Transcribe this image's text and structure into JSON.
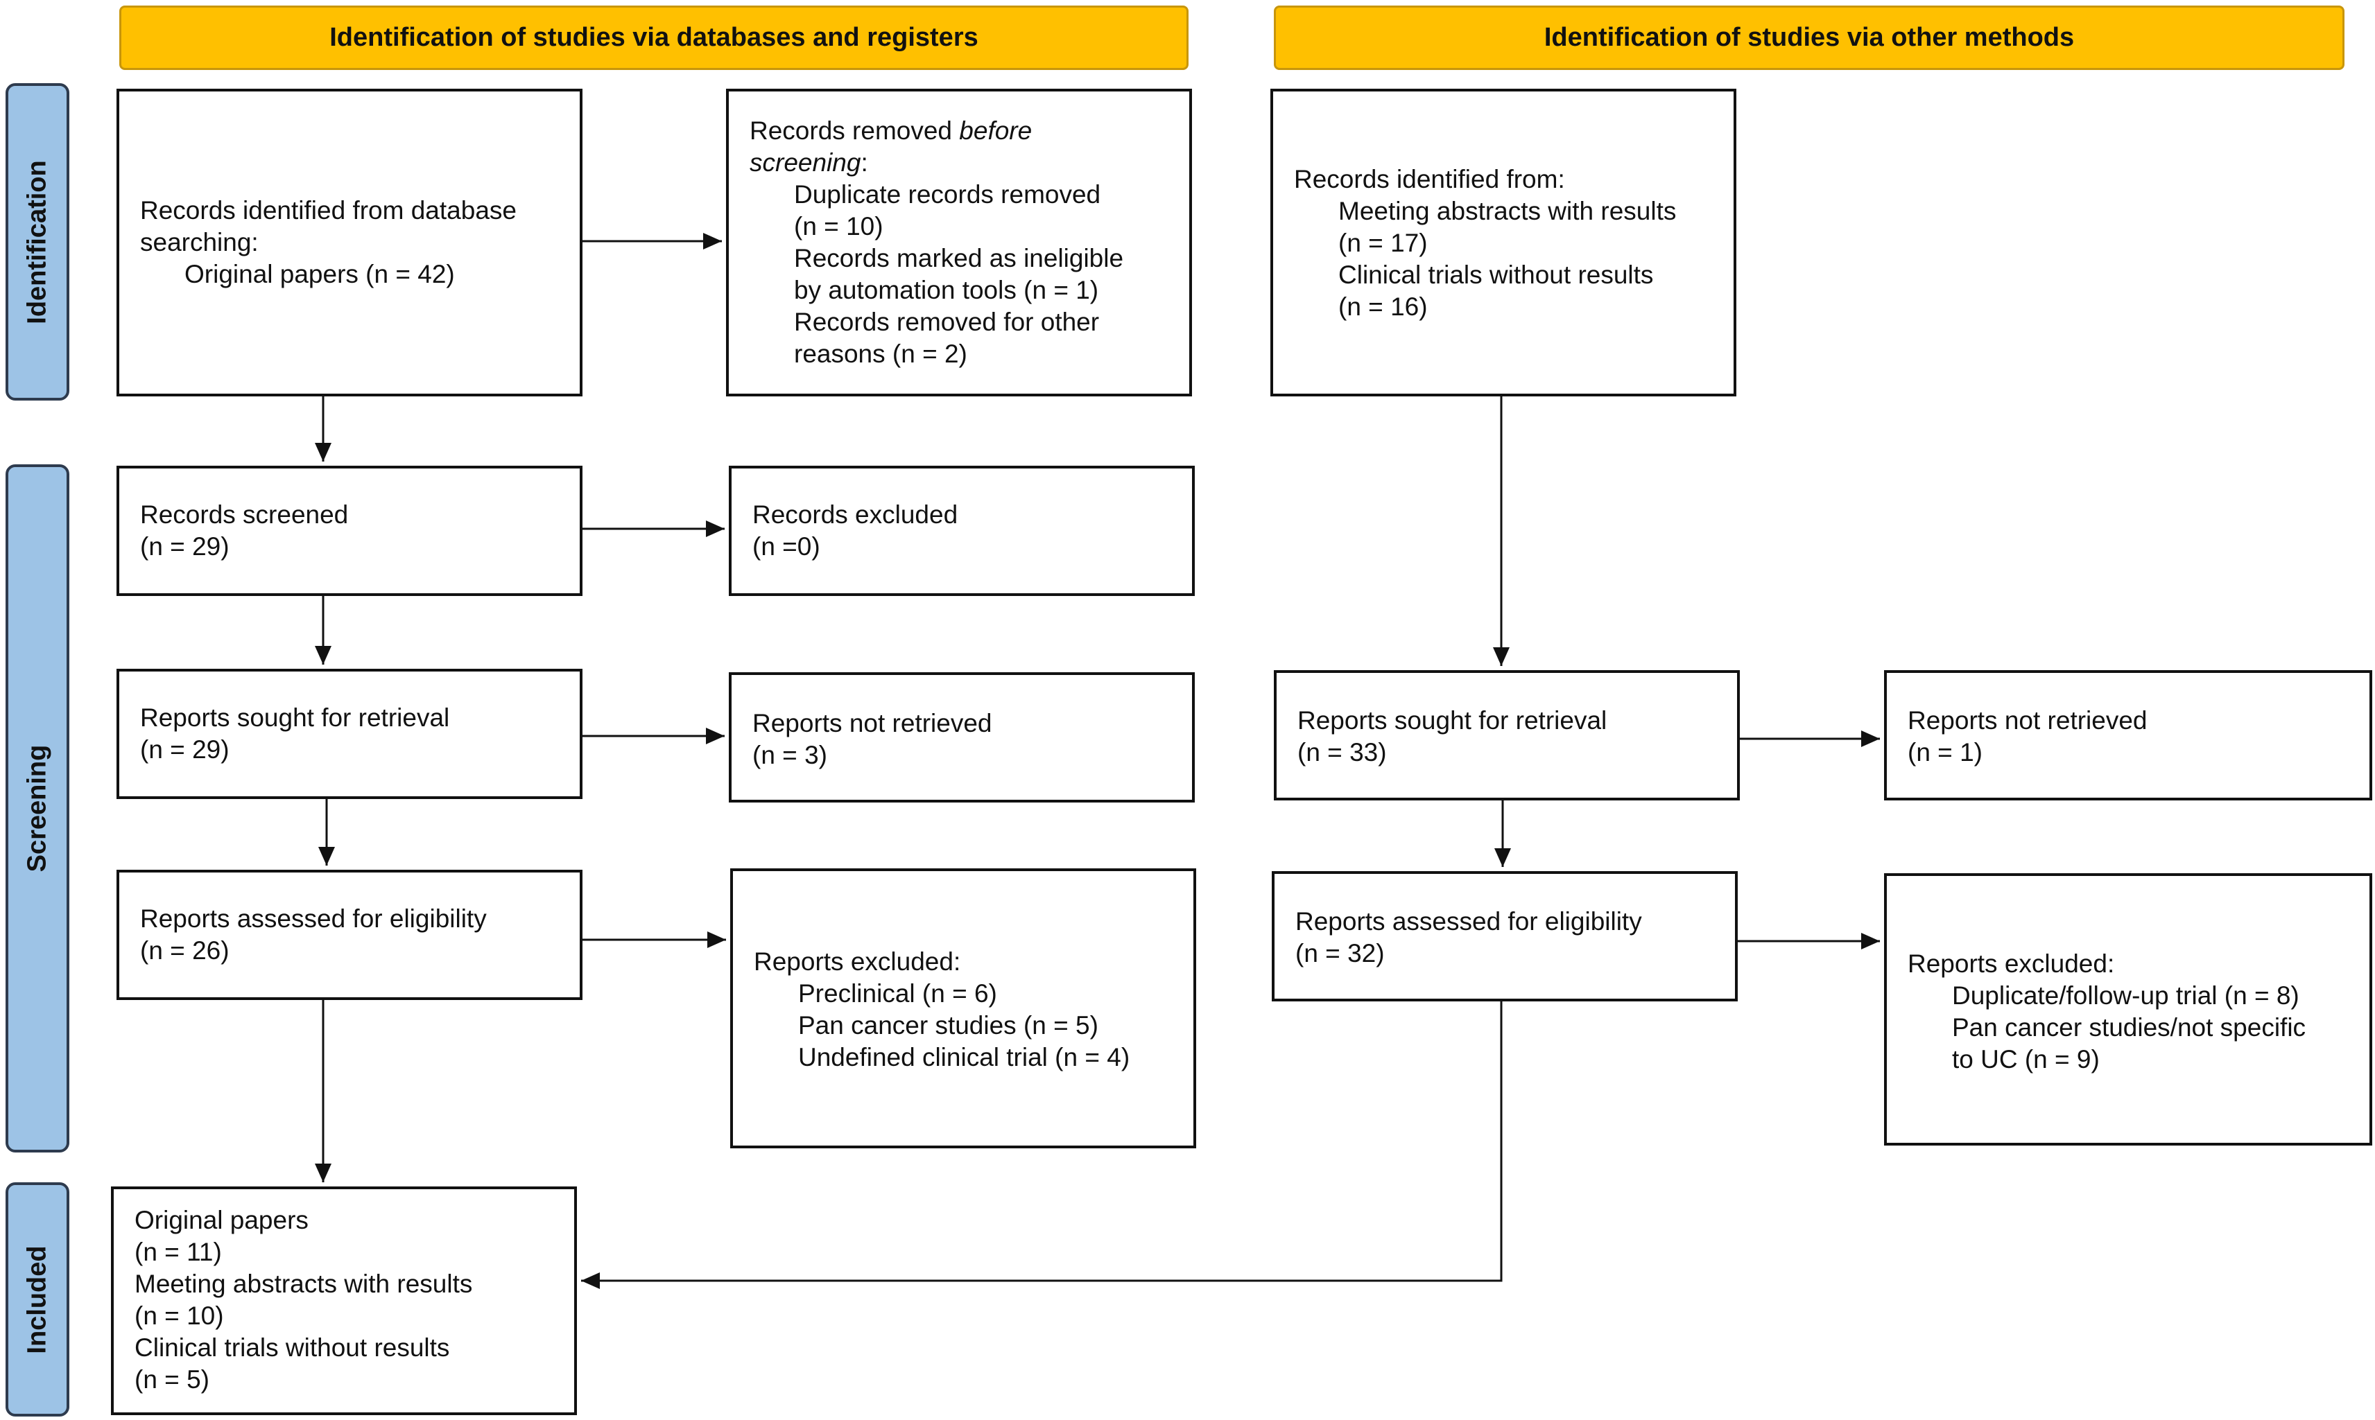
{
  "headers": {
    "left": "Identification of studies via databases and registers",
    "right": "Identification of studies via other methods"
  },
  "phases": {
    "identification": "Identification",
    "screening": "Screening",
    "included": "Included"
  },
  "db": {
    "records_identified": {
      "line1": "Records identified from database",
      "line2": "searching:",
      "line3": "Original papers (n = 42)"
    },
    "records_removed": {
      "line1_a": "Records removed ",
      "line1_b": "before",
      "line2_a": "screening",
      "line2_b": ":",
      "items": [
        "Duplicate records removed",
        "(n = 10)",
        "Records marked as ineligible",
        "by automation tools (n = 1)",
        "Records removed for other",
        "reasons (n = 2)"
      ]
    },
    "records_screened": {
      "label": "Records screened",
      "n": "(n = 29)"
    },
    "records_excluded": {
      "label": "Records excluded",
      "n": "(n =0)"
    },
    "reports_sought": {
      "label": "Reports sought for retrieval",
      "n": "(n = 29)"
    },
    "reports_not_retrieved": {
      "label": "Reports not retrieved",
      "n": "(n = 3)"
    },
    "reports_assessed": {
      "label": "Reports assessed for eligibility",
      "n": "(n = 26)"
    },
    "reports_excluded": {
      "label": "Reports excluded:",
      "items": [
        "Preclinical (n = 6)",
        "Pan cancer studies (n = 5)",
        "Undefined clinical trial (n = 4)"
      ]
    }
  },
  "other": {
    "records_identified": {
      "label": "Records identified from:",
      "items": [
        "Meeting abstracts with results",
        "(n = 17)",
        "Clinical trials without results",
        "(n = 16)"
      ]
    },
    "reports_sought": {
      "label": "Reports sought for retrieval",
      "n": "(n = 33)"
    },
    "reports_not_retrieved": {
      "label": "Reports not retrieved",
      "n": "(n = 1)"
    },
    "reports_assessed": {
      "label": "Reports assessed for eligibility",
      "n": "(n = 32)"
    },
    "reports_excluded": {
      "label": "Reports excluded:",
      "items": [
        "Duplicate/follow-up trial (n = 8)",
        "Pan cancer studies/not specific",
        "to UC (n = 9)"
      ]
    }
  },
  "included": {
    "lines": [
      "Original papers",
      "(n = 11)",
      "Meeting abstracts with results",
      "(n = 10)",
      "Clinical trials without results",
      "(n = 5)"
    ]
  }
}
